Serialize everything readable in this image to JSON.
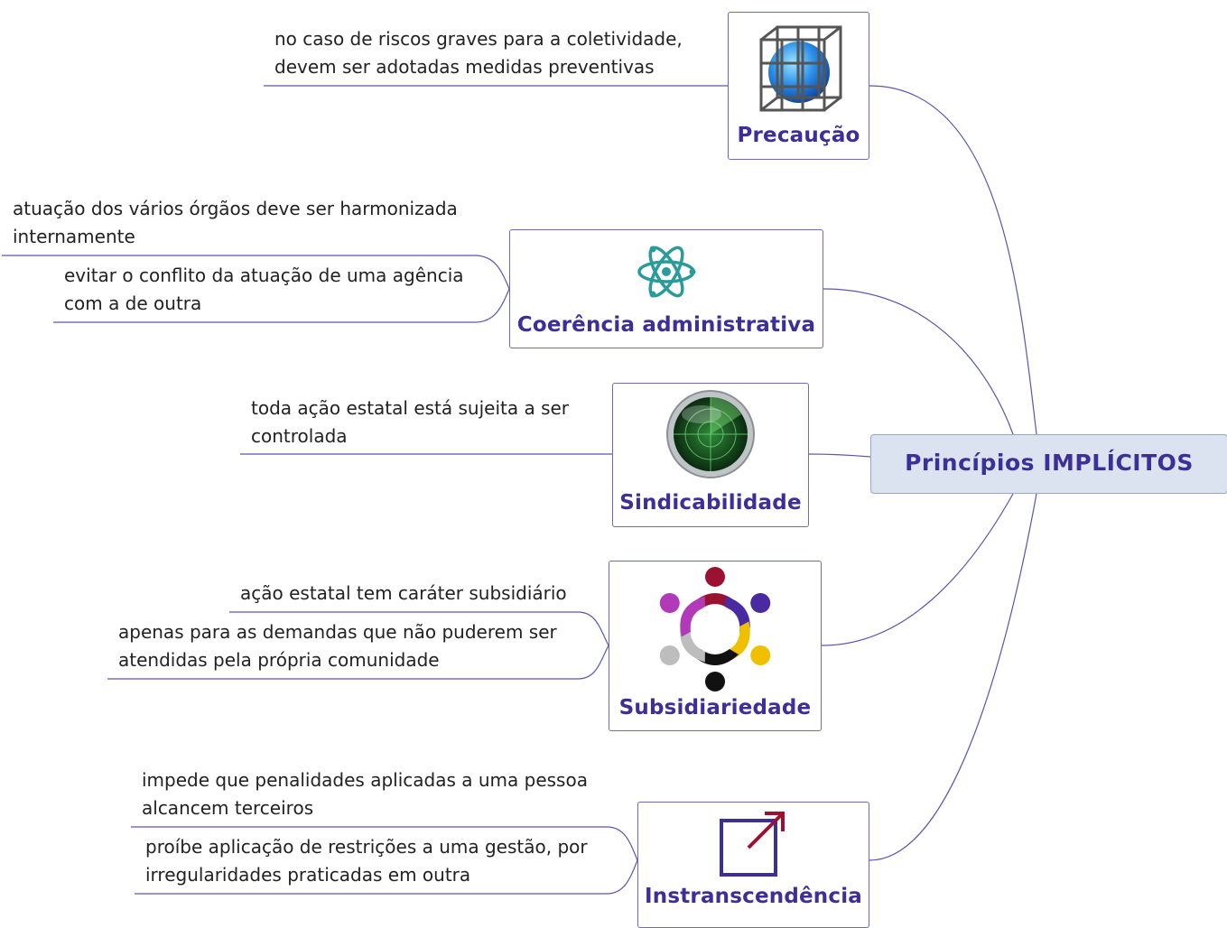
{
  "central": {
    "label": "Princípios IMPLÍCITOS"
  },
  "branches": [
    {
      "title": "Precaução",
      "icon": "sphere-cage-icon",
      "notes": [
        "no caso de riscos graves para a coletividade,\ndevem ser adotadas medidas preventivas"
      ]
    },
    {
      "title": "Coerência administrativa",
      "icon": "atom-icon",
      "notes": [
        "atuação dos vários órgãos deve ser harmonizada\ninternamente",
        "evitar o conflito da atuação de uma agência\ncom a de outra"
      ]
    },
    {
      "title": "Sindicabilidade",
      "icon": "radar-icon",
      "notes": [
        "toda ação estatal está sujeita a ser\ncontrolada"
      ]
    },
    {
      "title": "Subsidiariedade",
      "icon": "people-circle-icon",
      "notes": [
        "ação estatal tem caráter subsidiário",
        "apenas para as demandas que não puderem ser\natendidas pela própria comunidade"
      ]
    },
    {
      "title": "Instranscendência",
      "icon": "external-link-icon",
      "notes": [
        "impede que penalidades aplicadas a uma pessoa\nalcancem terceiros",
        "proíbe aplicação de restrições a uma gestão, por\nirregularidades praticadas em outra"
      ]
    }
  ],
  "colors": {
    "line": "#5a55b0",
    "title": "#3c2f98",
    "central_fill": "#dce3f0"
  }
}
